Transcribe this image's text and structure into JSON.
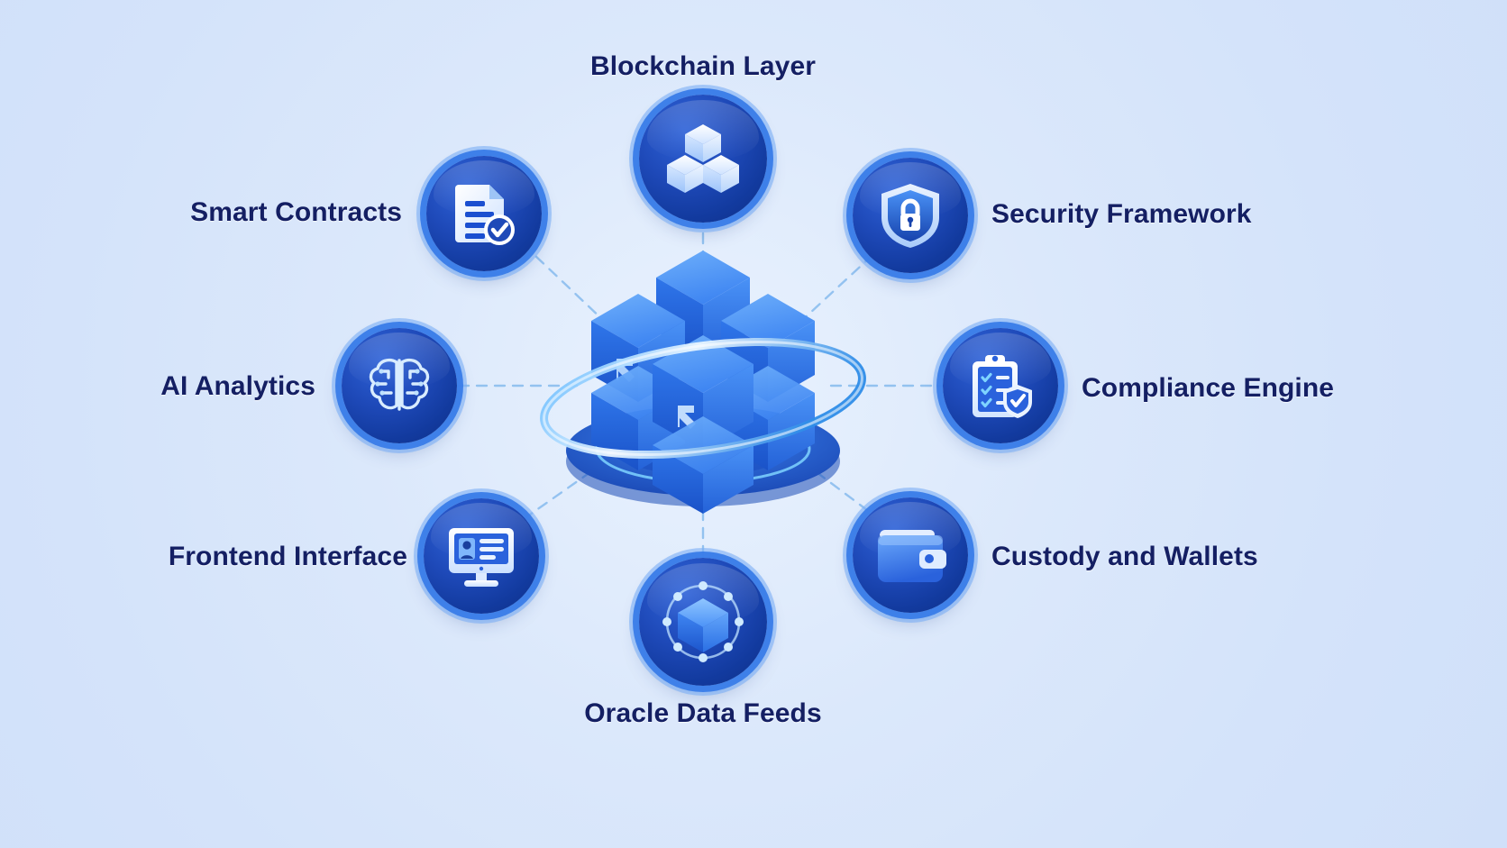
{
  "diagram": {
    "title_visible": false,
    "center": {
      "name": "central-blockchain-hub",
      "description": "3D isometric cluster of blue cubes on a circular platform encircled by a glowing orbital ring",
      "icon": "cube-cluster-icon"
    },
    "colors": {
      "background_light": "#e9f2fe",
      "background_mid": "#dbe8fb",
      "background_edge": "#d0e0f9",
      "label_text": "#141f63",
      "badge_dark_blue": "#123a9e",
      "badge_mid_blue": "#1e49b8",
      "badge_highlight": "#2f63d8",
      "badge_ring": "#397ce8",
      "badge_ring_outer": "#7eb0f6",
      "connector_line": "#8fc0ef",
      "cube_blue": "#2f7ef0",
      "cube_light": "#5fa4f8",
      "glow_cyan": "#7fd4ff",
      "icon_white": "#eef5ff"
    },
    "nodes": [
      {
        "id": "blockchain-layer",
        "label": "Blockchain Layer",
        "icon": "cubes-stack-icon",
        "label_align": "center"
      },
      {
        "id": "smart-contracts",
        "label": "Smart Contracts",
        "icon": "contract-document-check-icon",
        "label_align": "left"
      },
      {
        "id": "security-framework",
        "label": "Security Framework",
        "icon": "shield-lock-icon",
        "label_align": "right"
      },
      {
        "id": "ai-analytics",
        "label": "AI Analytics",
        "icon": "brain-circuit-icon",
        "label_align": "left"
      },
      {
        "id": "compliance-engine",
        "label": "Compliance Engine",
        "icon": "clipboard-checklist-shield-icon",
        "label_align": "right"
      },
      {
        "id": "frontend-interface",
        "label": "Frontend Interface",
        "icon": "desktop-monitor-icon",
        "label_align": "left"
      },
      {
        "id": "custody-wallets",
        "label": "Custody and Wallets",
        "icon": "wallet-icon",
        "label_align": "right"
      },
      {
        "id": "oracle-data-feeds",
        "label": "Oracle Data Feeds",
        "icon": "cube-network-nodes-icon",
        "label_align": "center"
      }
    ]
  }
}
